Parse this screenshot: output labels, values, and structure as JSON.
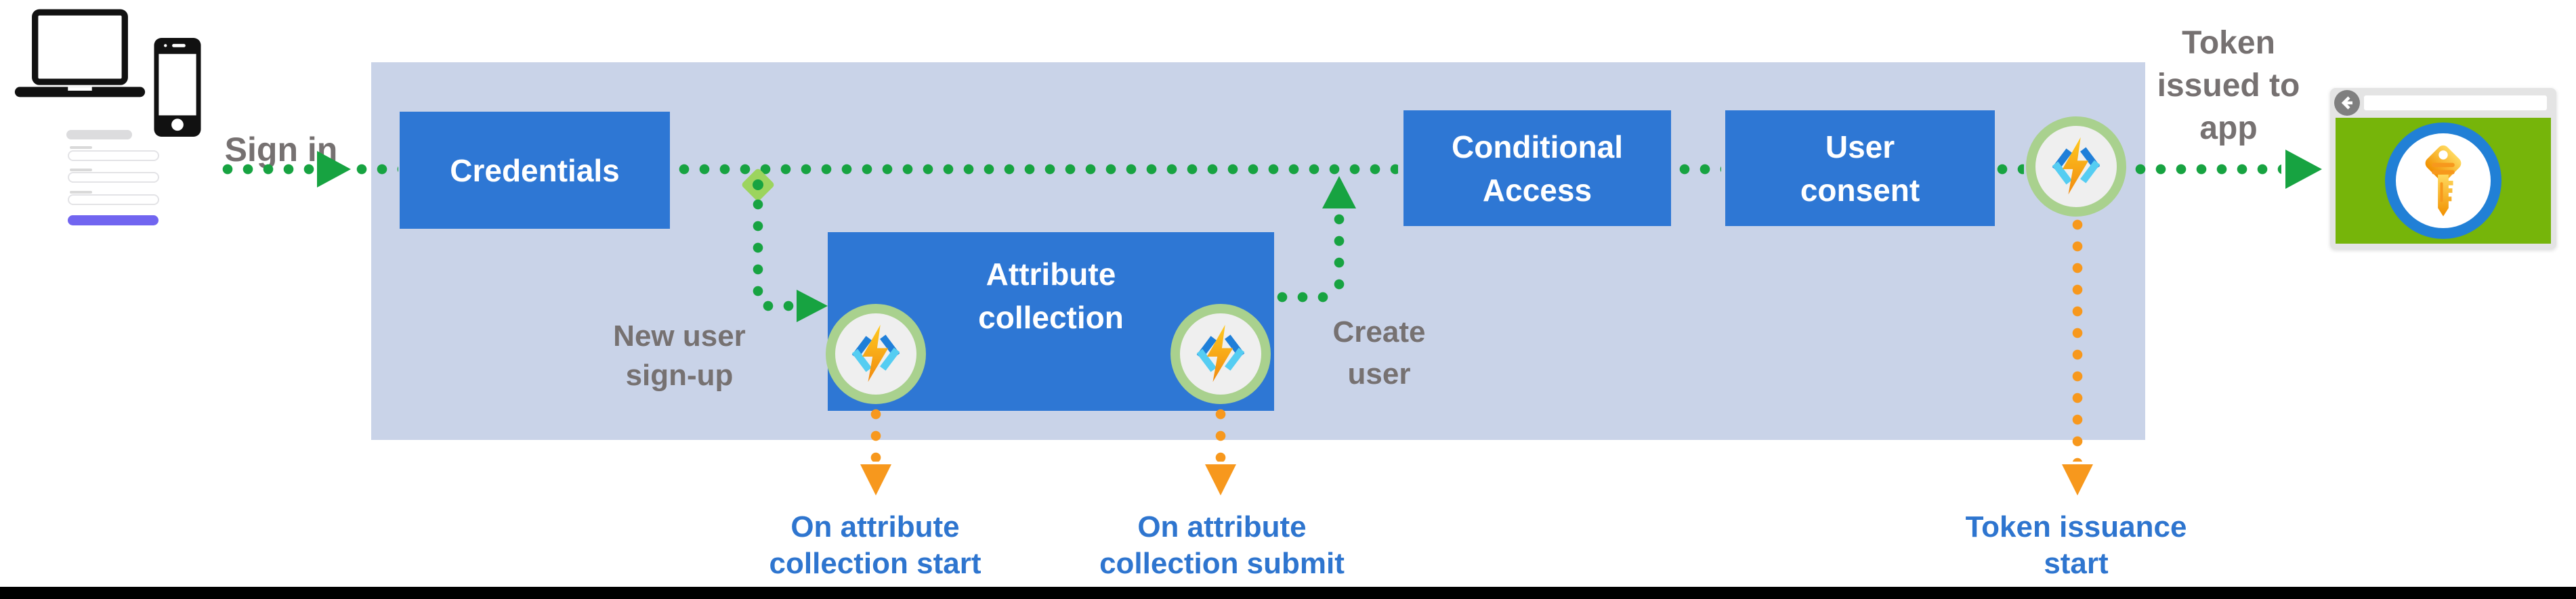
{
  "colors": {
    "container_bg": "#C9D3E8",
    "box_blue": "#2E77D4",
    "flow_green": "#17A341",
    "branch_diamond_green": "#9CD45E",
    "event_orange": "#F7981D",
    "event_label_blue": "#2E75CF",
    "caption_gray": "#767171",
    "icon_ring_green": "#A9D18E",
    "icon_bg": "#EFEFEF",
    "browser_frame_gray": "#E4E4E4",
    "browser_content_green": "#76B50A",
    "key_ring_blue": "#2180D6",
    "form_button_purple": "#7165F0"
  },
  "captions": {
    "sign_in": "Sign in",
    "new_user_signup_line1": "New user",
    "new_user_signup_line2": "sign-up",
    "create_user_line1": "Create",
    "create_user_line2": "user",
    "token_issued_line1": "Token",
    "token_issued_line2": "issued to",
    "token_issued_line3": "app"
  },
  "boxes": {
    "credentials": "Credentials",
    "attribute_collection_line1": "Attribute",
    "attribute_collection_line2": "collection",
    "conditional_access_line1": "Conditional",
    "conditional_access_line2": "Access",
    "user_consent_line1": "User",
    "user_consent_line2": "consent"
  },
  "events": {
    "on_attr_start_line1": "On attribute",
    "on_attr_start_line2": "collection start",
    "on_attr_submit_line1": "On attribute",
    "on_attr_submit_line2": "collection submit",
    "token_issuance_line1": "Token issuance",
    "token_issuance_line2": "start"
  }
}
